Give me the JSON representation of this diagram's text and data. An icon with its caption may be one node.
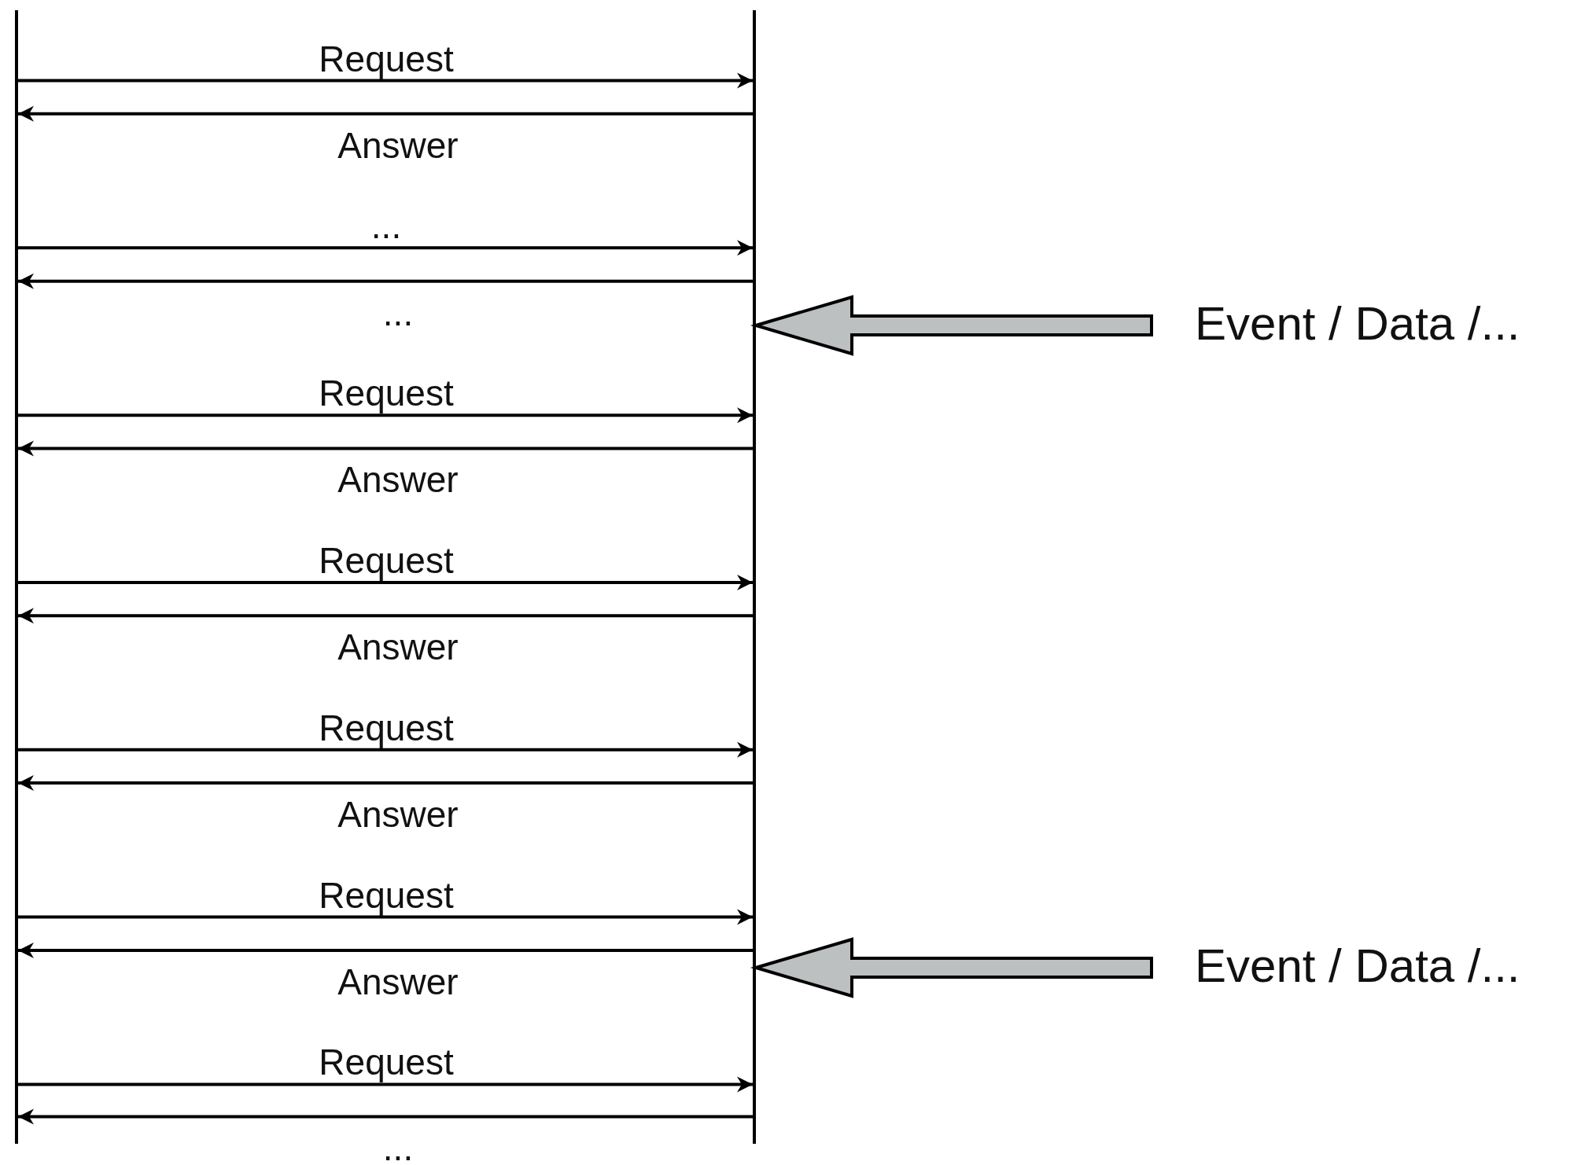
{
  "diagram": {
    "nodes": [
      {
        "text": [],
        "shape": "bar"
      },
      {
        "text": [],
        "shape": "bar"
      },
      {
        "text": [
          "Event / Data /..."
        ]
      },
      {
        "text": [
          "Event / Data /..."
        ]
      }
    ],
    "edges": [
      {
        "from": 0,
        "to": 1,
        "arrow": "to",
        "label": "Request"
      },
      {
        "from": 1,
        "to": 0,
        "arrow": "to",
        "label": "Answer"
      },
      {
        "from": 0,
        "to": 1,
        "arrow": "to",
        "label": "..."
      },
      {
        "from": 1,
        "to": 0,
        "arrow": "to",
        "label": "..."
      },
      {
        "from": 2,
        "to": 1,
        "arrow": "to",
        "style": "thick",
        "color": "#bcc0c0"
      },
      {
        "from": 0,
        "to": 1,
        "arrow": "to",
        "label": "Request"
      },
      {
        "from": 1,
        "to": 0,
        "arrow": "to",
        "label": "Answer"
      },
      {
        "from": 0,
        "to": 1,
        "arrow": "to",
        "label": "Request"
      },
      {
        "from": 1,
        "to": 0,
        "arrow": "to",
        "label": "Answer"
      },
      {
        "from": 0,
        "to": 1,
        "arrow": "to",
        "label": "Request"
      },
      {
        "from": 1,
        "to": 0,
        "arrow": "to",
        "label": "Answer"
      },
      {
        "from": 0,
        "to": 1,
        "arrow": "to",
        "label": "Request"
      },
      {
        "from": 1,
        "to": 0,
        "arrow": "to",
        "label": "Answer"
      },
      {
        "from": 3,
        "to": 1,
        "arrow": "to",
        "style": "thick",
        "color": "#bcc0c0"
      },
      {
        "from": 0,
        "to": 1,
        "arrow": "to",
        "label": "Request"
      },
      {
        "from": 1,
        "to": 0,
        "arrow": "to",
        "label": "..."
      }
    ]
  }
}
